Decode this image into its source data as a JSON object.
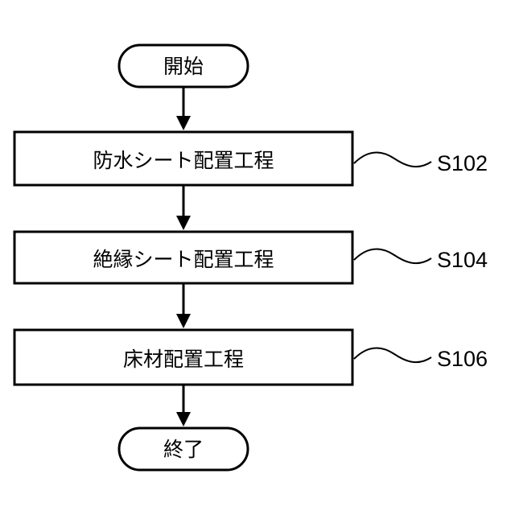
{
  "flowchart": {
    "start": {
      "label": "開始"
    },
    "steps": [
      {
        "label": "防水シート配置工程",
        "ref": "S102"
      },
      {
        "label": "絶縁シート配置工程",
        "ref": "S104"
      },
      {
        "label": "床材配置工程",
        "ref": "S106"
      }
    ],
    "end": {
      "label": "終了"
    }
  },
  "colors": {
    "stroke": "#000000",
    "fill": "#ffffff",
    "text": "#000000"
  }
}
